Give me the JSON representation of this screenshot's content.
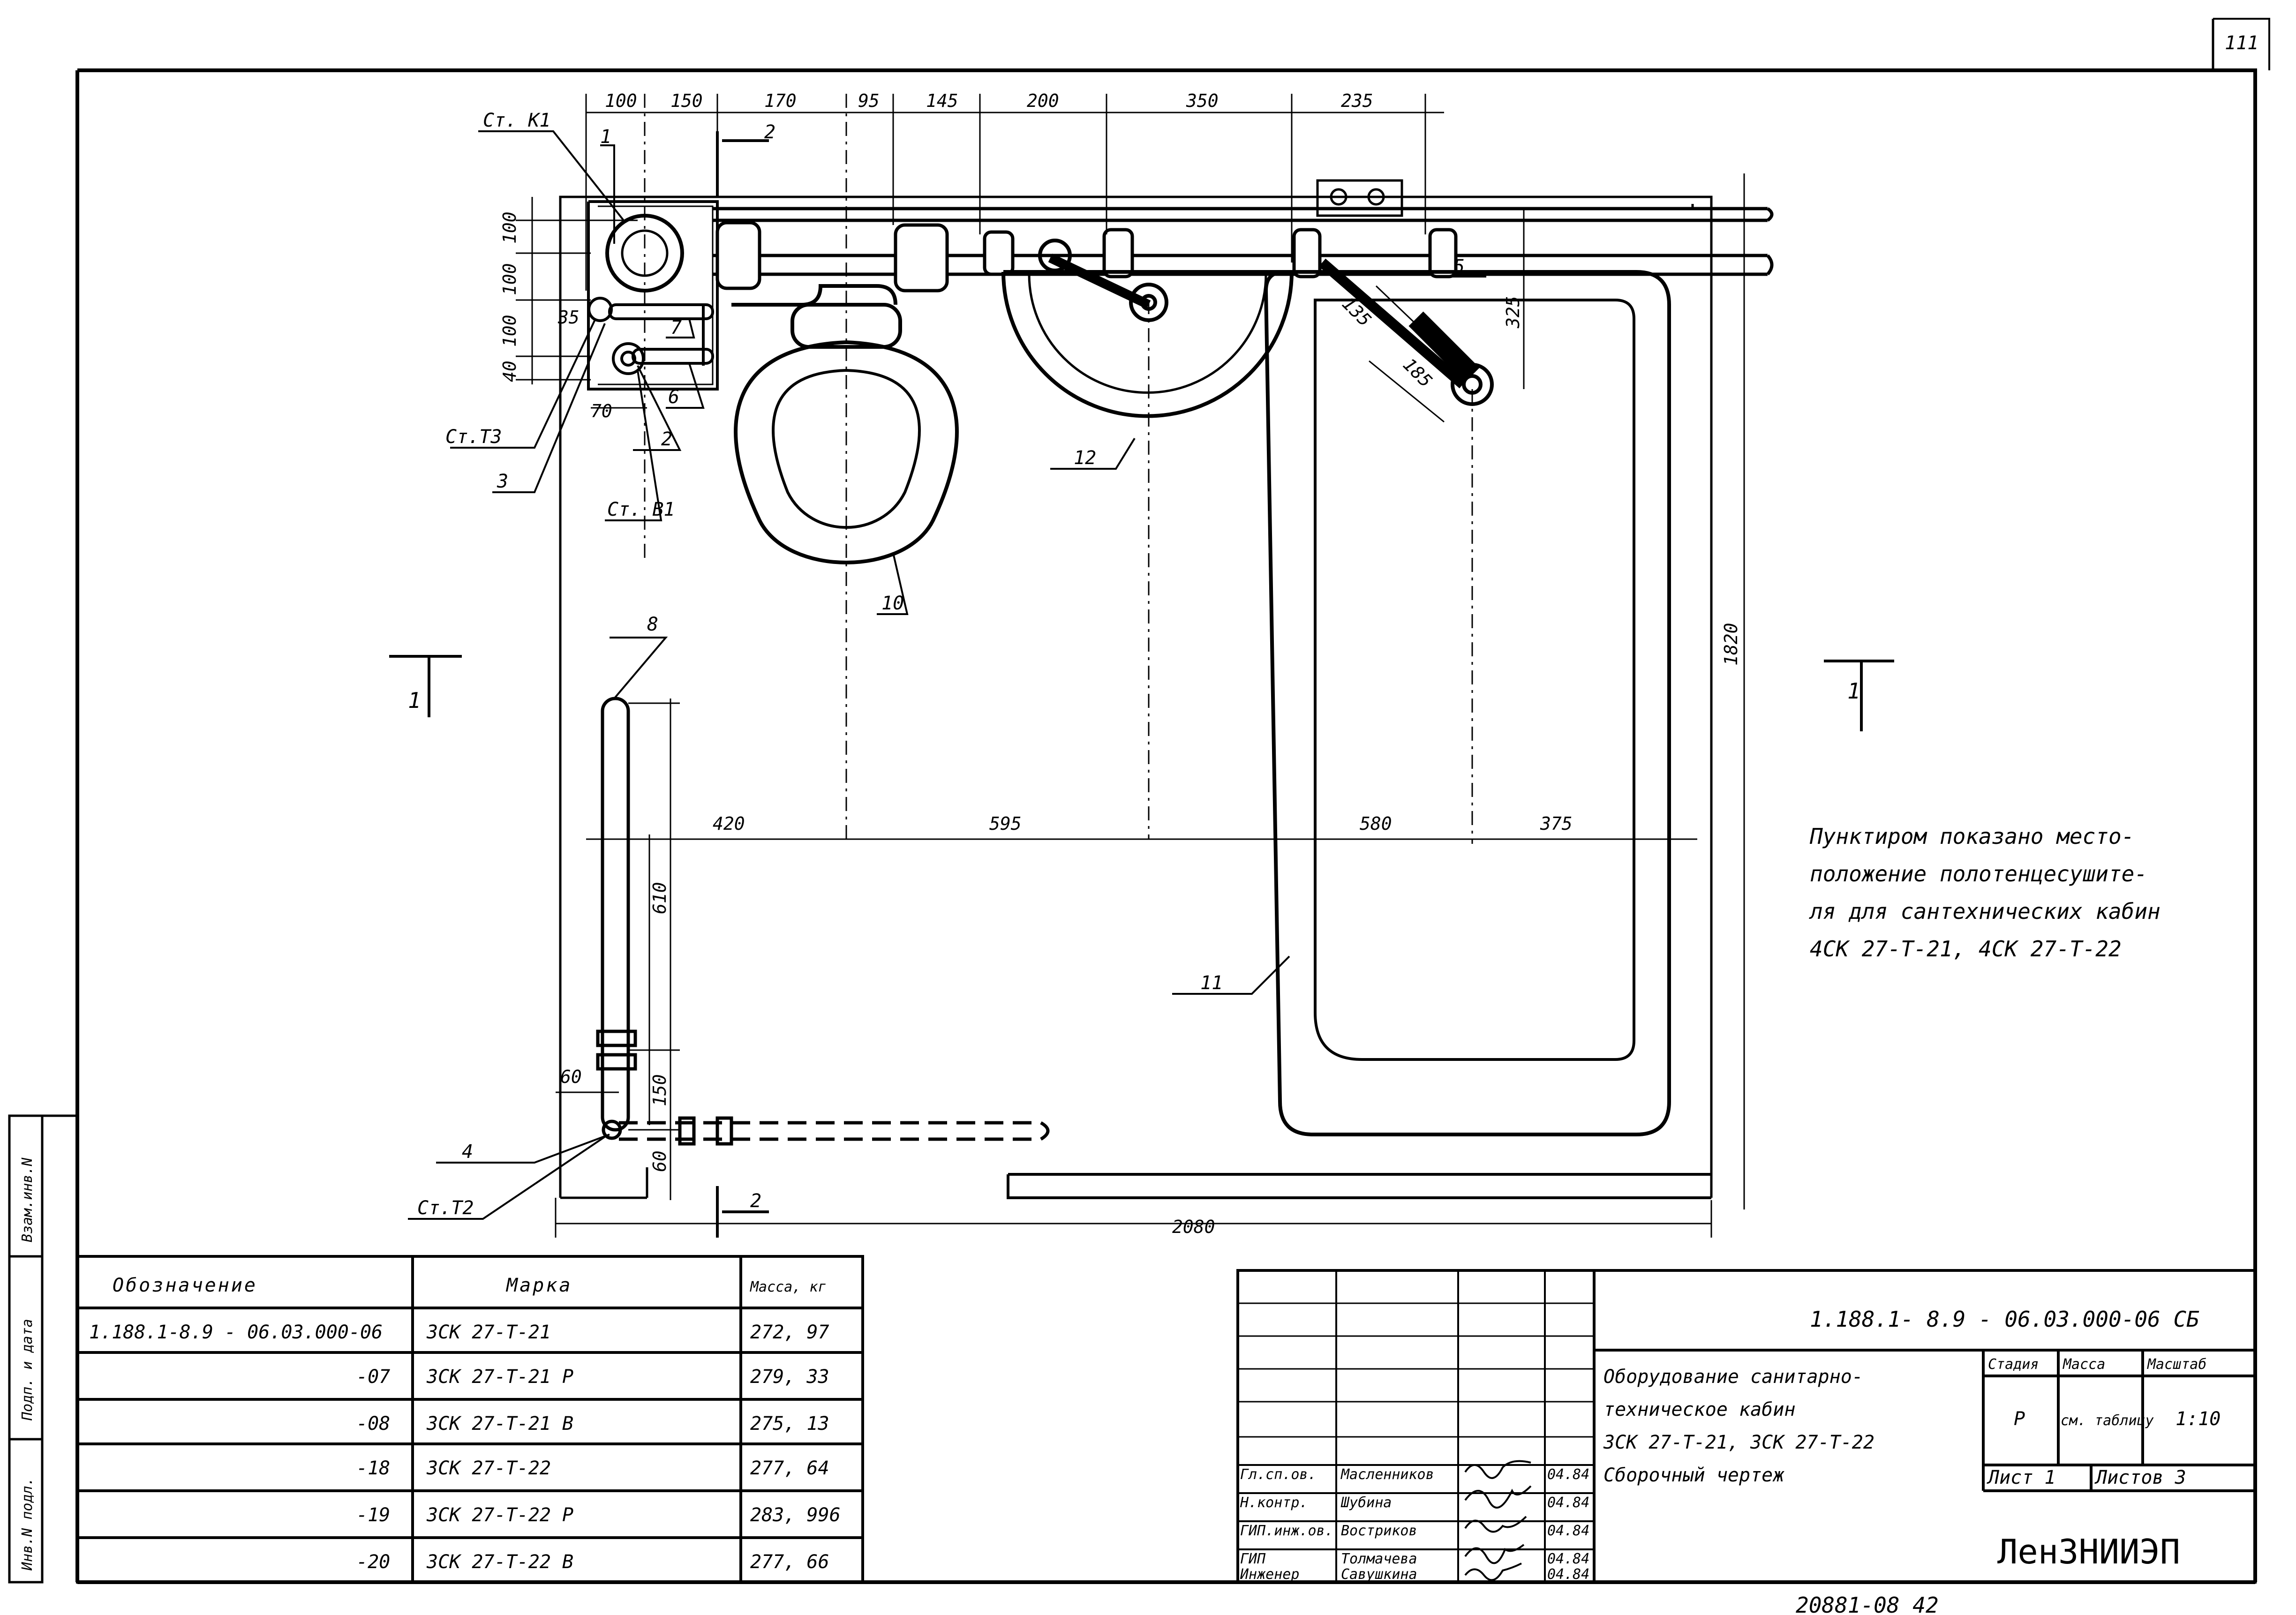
{
  "page_number": "111",
  "labels": {
    "st_k1": "Ст. К1",
    "st_t3": "Ст.Т3",
    "st_v1": "Ст. В1",
    "st_t2": "Ст.Т2",
    "n1": "1",
    "n2": "2",
    "n3": "3",
    "n4": "4",
    "n5": "5",
    "n6": "6",
    "n7": "7",
    "n8": "8",
    "n10": "10",
    "n11": "11",
    "n12": "12",
    "sec1": "1",
    "sec2": "2"
  },
  "dimensions": {
    "top": [
      "100",
      "150",
      "170",
      "95",
      "145",
      "200",
      "350",
      "235"
    ],
    "left": [
      "100",
      "100",
      "100",
      "40",
      "35",
      "70"
    ],
    "diag": [
      "135",
      "185",
      "325"
    ],
    "mid": [
      "420",
      "595",
      "580",
      "375"
    ],
    "v610": "610",
    "v150": "150",
    "v60h": "60",
    "v60v": "60",
    "v1820": "1820",
    "h2080": "2080"
  },
  "note": {
    "lines": [
      "Пунктиром показано место-",
      "положение полотенцесушите-",
      "ля для сантехнических кабин",
      "4СК 27-Т-21, 4СК 27-Т-22"
    ]
  },
  "spec_table": {
    "headers": [
      "Обозначение",
      "Марка",
      "Масса, кг"
    ],
    "rows": [
      [
        "1.188.1-8.9 - 06.03.000-06",
        "3СК 27-Т-21",
        "272, 97"
      ],
      [
        "-07",
        "3СК 27-Т-21 Р",
        "279, 33"
      ],
      [
        "-08",
        "3СК 27-Т-21 В",
        "275, 13"
      ],
      [
        "-18",
        "3СК 27-Т-22",
        "277, 64"
      ],
      [
        "-19",
        "3СК 27-Т-22 Р",
        "283, 996"
      ],
      [
        "-20",
        "3СК 27-Т-22 В",
        "277, 66"
      ]
    ]
  },
  "side_stamp": [
    "Взам.инв.N",
    "Подп. и дата",
    "Инв.N подл."
  ],
  "title_block": {
    "code": "1.188.1- 8.9 - 06.03.000-06 СБ",
    "title_lines": [
      "Оборудование санитарно-",
      "техническое кабин",
      "3СК 27-Т-21, 3СК 27-Т-22",
      "Сборочный чертеж"
    ],
    "stage_header": "Стадия",
    "mass_header": "Масса",
    "scale_header": "Масштаб",
    "stage": "Р",
    "mass": "см. таблицу",
    "scale": "1:10",
    "sheet": "Лист 1",
    "sheets": "Листов 3",
    "org": "ЛенЗНИИЭП",
    "signatures": [
      {
        "role": "Гл.сп.ов.",
        "name": "Масленников",
        "date": "04.84"
      },
      {
        "role": "Н.контр.",
        "name": "Шубина",
        "date": "04.84"
      },
      {
        "role": "ГИП.инж.ов.",
        "name": "Востриков",
        "date": "04.84"
      },
      {
        "role": "ГИП",
        "name": "Толмачева",
        "date": "04.84"
      },
      {
        "role": "Инженер",
        "name": "Савушкина",
        "date": "04.84"
      }
    ],
    "bottom_number": "20881-08 42"
  }
}
